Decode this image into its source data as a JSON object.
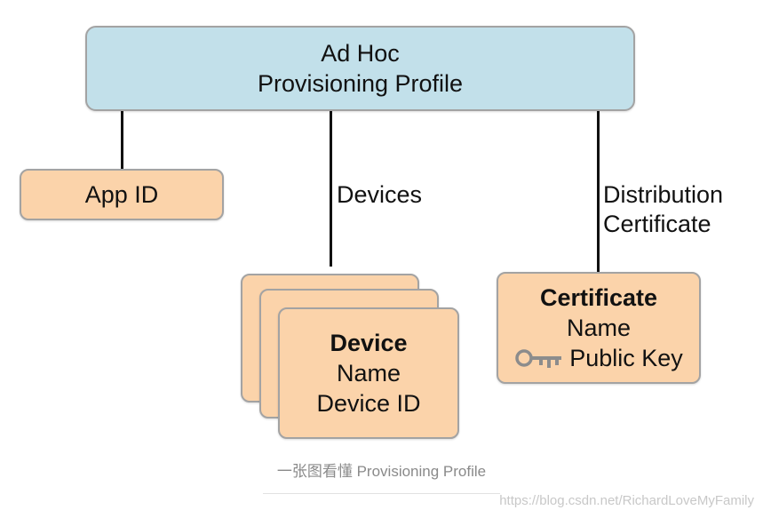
{
  "profile": {
    "line1": "Ad Hoc",
    "line2": "Provisioning Profile"
  },
  "app_id": {
    "label": "App ID"
  },
  "devices": {
    "connector_label": "Devices",
    "card_title": "Device",
    "field_name": "Name",
    "field_id": "Device ID"
  },
  "certificate": {
    "connector_label_line1": "Distribution",
    "connector_label_line2": "Certificate",
    "card_title": "Certificate",
    "field_name": "Name",
    "field_key": "Public Key",
    "key_icon": "key-icon"
  },
  "caption": "一张图看懂 Provisioning Profile",
  "watermark": "https://blog.csdn.net/RichardLoveMyFamily",
  "colors": {
    "profile_fill": "#c2e0ea",
    "card_fill": "#fbd3aa",
    "border": "#a3a3a3",
    "line": "#111111"
  }
}
